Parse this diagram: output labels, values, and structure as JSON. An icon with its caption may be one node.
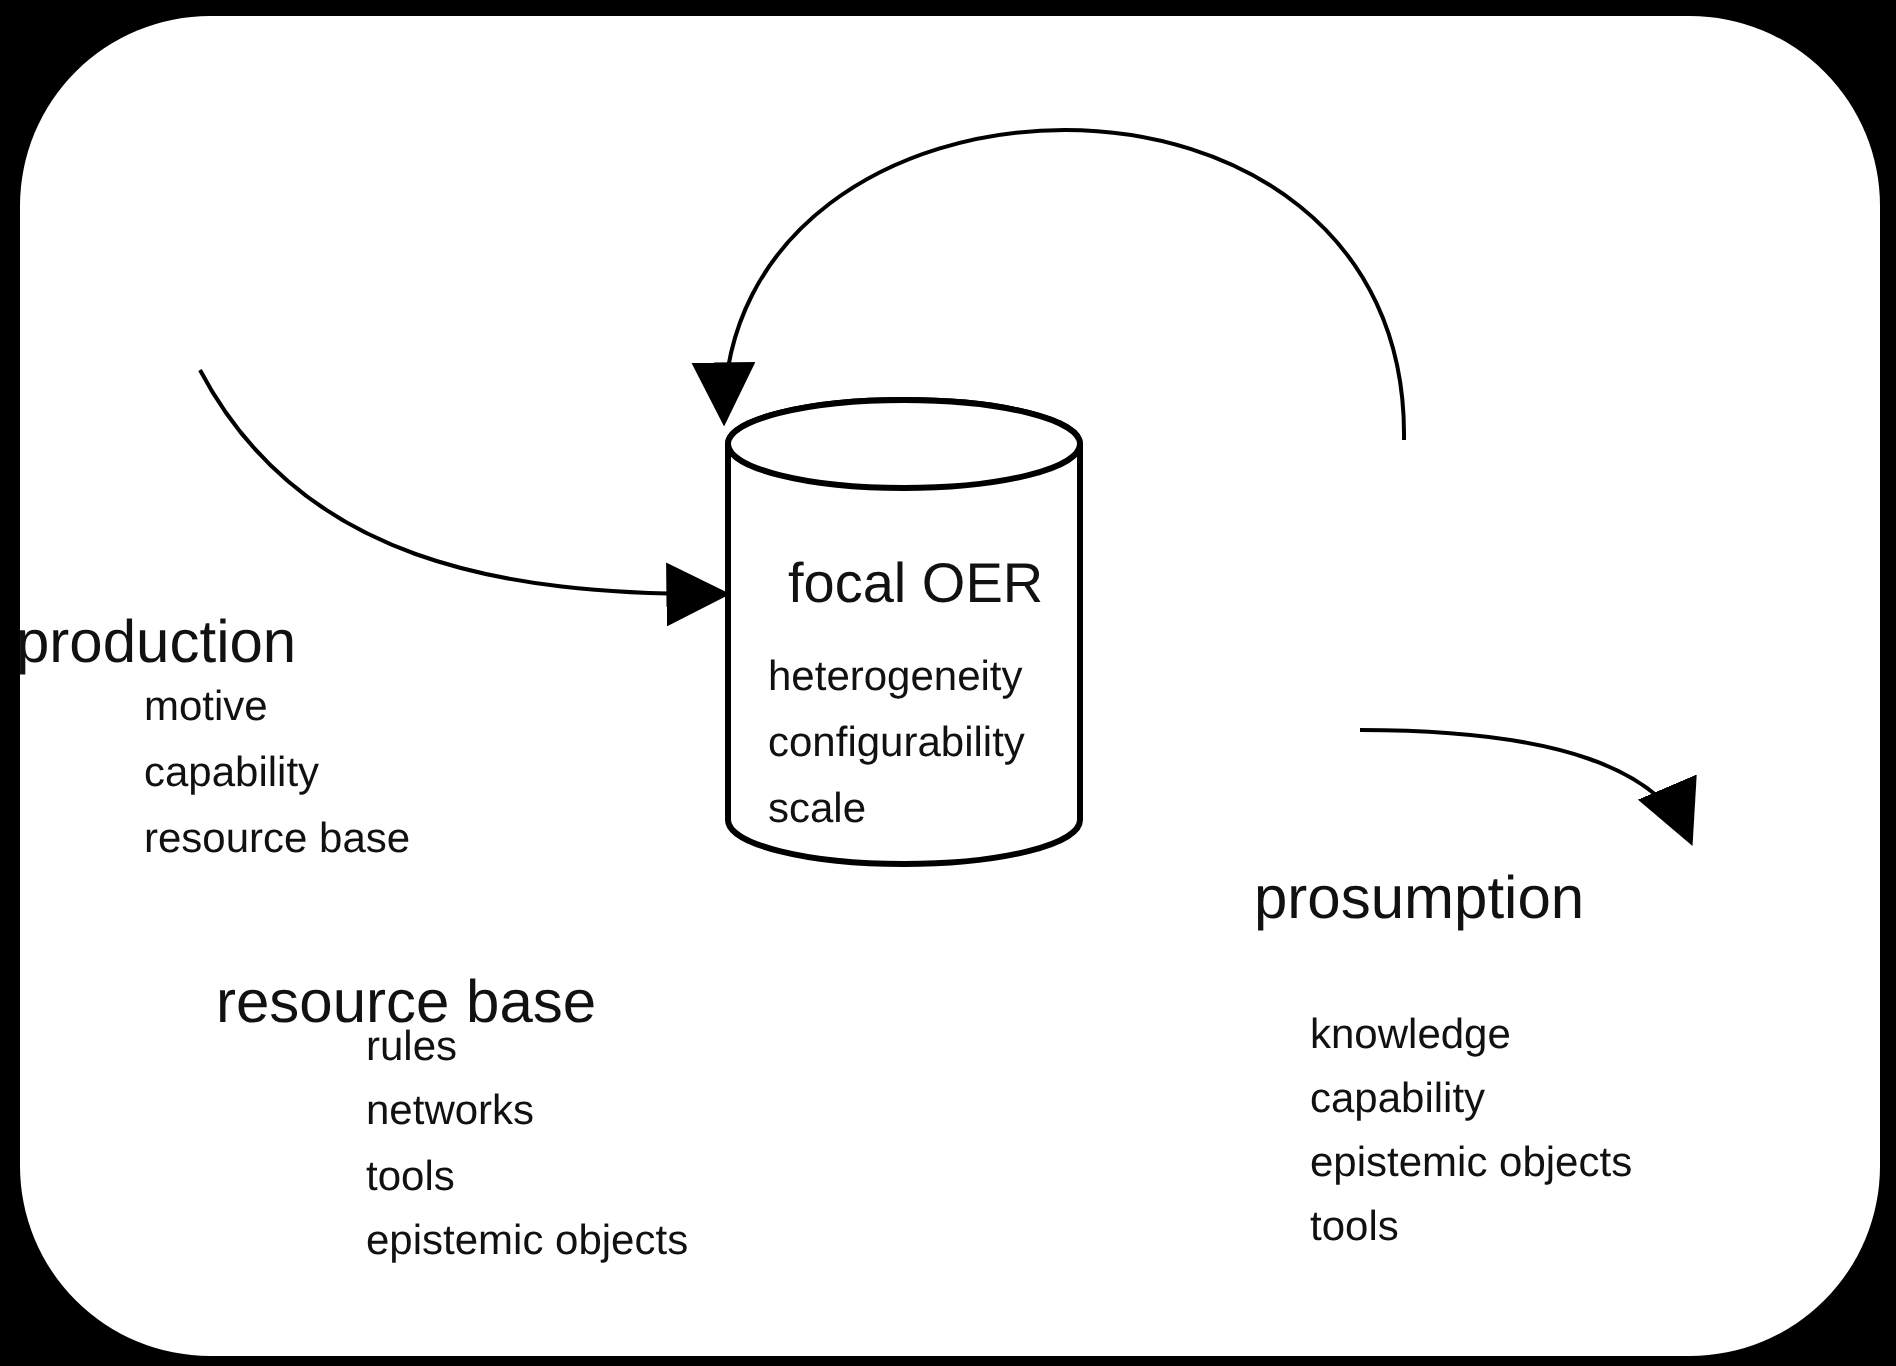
{
  "diagram": {
    "nodes": [
      {
        "text": [
          "focal OER",
          "heterogeneity",
          "configurability",
          "scale"
        ]
      },
      {
        "text": [
          "prosumption",
          "knowledge",
          "capability",
          "epistemic objects",
          "tools"
        ]
      }
    ],
    "edges": [
      {
        "from": null,
        "to": 0,
        "arrow": "to"
      },
      {
        "from": null,
        "to": 0,
        "arrow": "to"
      },
      {
        "from": null,
        "to": 1,
        "arrow": "to"
      }
    ],
    "labels": [
      "production",
      "motive",
      "capability",
      "resource base",
      "resource base",
      "rules",
      "networks",
      "tools",
      "epistemic objects"
    ]
  }
}
